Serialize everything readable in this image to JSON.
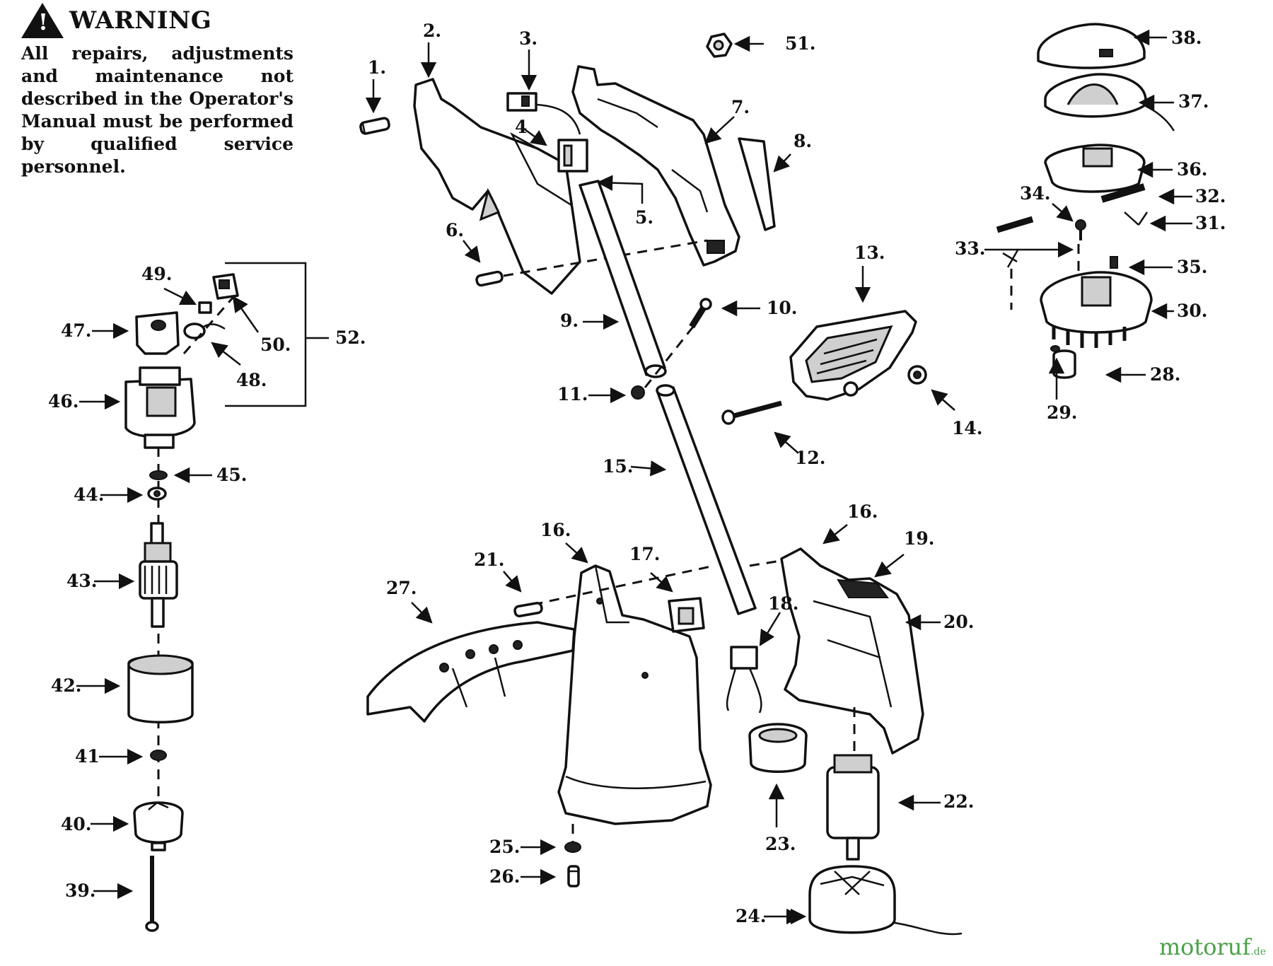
{
  "warning": {
    "title": "WARNING",
    "text": "All repairs, adjustments and maintenance not described in the Operator's Manual must be performed by qualified service personnel."
  },
  "watermark": {
    "brand": "motoruf",
    "tld": ".de",
    "color": "#4aa04a"
  },
  "callouts": [
    {
      "id": "1",
      "text": "1."
    },
    {
      "id": "2",
      "text": "2."
    },
    {
      "id": "3",
      "text": "3."
    },
    {
      "id": "4",
      "text": "4"
    },
    {
      "id": "5",
      "text": "5."
    },
    {
      "id": "6",
      "text": "6."
    },
    {
      "id": "7",
      "text": "7."
    },
    {
      "id": "8",
      "text": "8."
    },
    {
      "id": "9",
      "text": "9."
    },
    {
      "id": "10",
      "text": "10."
    },
    {
      "id": "11",
      "text": "11."
    },
    {
      "id": "12",
      "text": "12."
    },
    {
      "id": "13",
      "text": "13."
    },
    {
      "id": "14",
      "text": "14."
    },
    {
      "id": "15",
      "text": "15."
    },
    {
      "id": "16a",
      "text": "16."
    },
    {
      "id": "16b",
      "text": "16."
    },
    {
      "id": "17",
      "text": "17."
    },
    {
      "id": "18",
      "text": "18."
    },
    {
      "id": "19",
      "text": "19."
    },
    {
      "id": "20",
      "text": "20."
    },
    {
      "id": "21",
      "text": "21."
    },
    {
      "id": "22",
      "text": "22."
    },
    {
      "id": "23",
      "text": "23."
    },
    {
      "id": "24",
      "text": "24."
    },
    {
      "id": "25",
      "text": "25."
    },
    {
      "id": "26",
      "text": "26."
    },
    {
      "id": "27",
      "text": "27."
    },
    {
      "id": "28",
      "text": "28."
    },
    {
      "id": "29",
      "text": "29."
    },
    {
      "id": "30",
      "text": "30."
    },
    {
      "id": "31",
      "text": "31."
    },
    {
      "id": "32",
      "text": "32."
    },
    {
      "id": "33",
      "text": "33."
    },
    {
      "id": "34",
      "text": "34."
    },
    {
      "id": "35",
      "text": "35."
    },
    {
      "id": "36",
      "text": "36."
    },
    {
      "id": "37",
      "text": "37."
    },
    {
      "id": "38",
      "text": "38."
    },
    {
      "id": "39",
      "text": "39."
    },
    {
      "id": "40",
      "text": "40."
    },
    {
      "id": "41",
      "text": "41"
    },
    {
      "id": "42",
      "text": "42."
    },
    {
      "id": "43",
      "text": "43."
    },
    {
      "id": "44",
      "text": "44."
    },
    {
      "id": "45",
      "text": "45."
    },
    {
      "id": "46",
      "text": "46."
    },
    {
      "id": "47",
      "text": "47."
    },
    {
      "id": "48",
      "text": "48."
    },
    {
      "id": "49",
      "text": "49."
    },
    {
      "id": "50",
      "text": "50."
    },
    {
      "id": "51",
      "text": "51."
    },
    {
      "id": "52",
      "text": "52."
    }
  ]
}
